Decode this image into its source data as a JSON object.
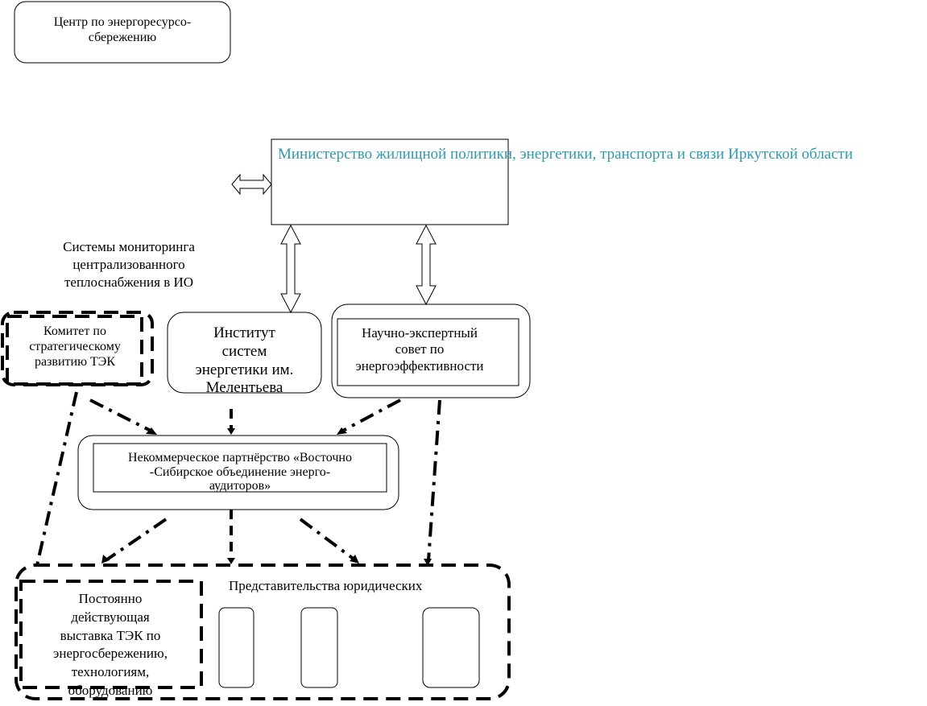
{
  "colors": {
    "line": "#000000",
    "ministry_text": "#2e9aae",
    "background": "#ffffff"
  },
  "nodes": {
    "energy_center": "Центр по энергоресурсо-\nсбережению",
    "ministry": "Министерство жилищной политики, энергетики, транспорта и связи Иркутской области",
    "monitoring": "Системы мониторинга\nцентрализованного\nтеплоснабжения в ИО",
    "committee": "Комитет по\nстратегическому\nразвитию ТЭК",
    "institute": "Институт\nсистем\nэнергетики им.\nМелентьева",
    "council": "Научно-экспертный\nсовет по\nэнергоэффективности",
    "partnership": "Некоммерческое партнёрство «Восточно\n-Сибирское объединение энерго-\nаудиторов»",
    "exhibition": "Постоянно\nдействующая\nвыставка ТЭК по\nэнергосбережению,\nтехнологиям,\nоборудованию",
    "representations": "Представительства юридических"
  }
}
